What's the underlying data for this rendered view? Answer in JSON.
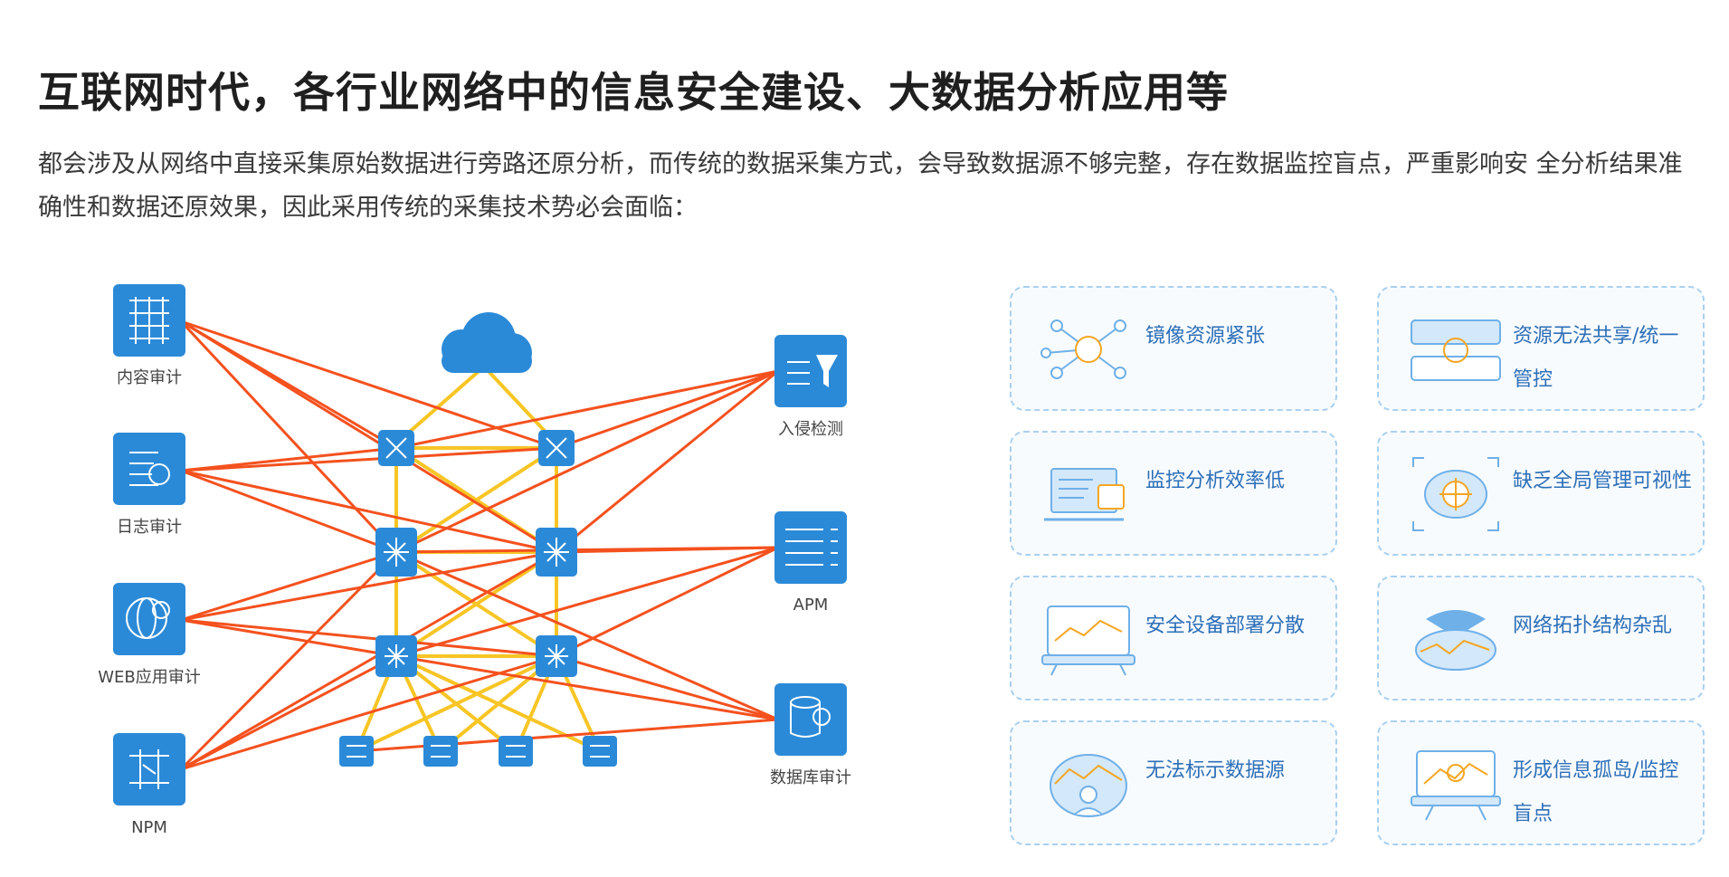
{
  "heading": "互联网时代，各行业网络中的信息安全建设、大数据分析应用等",
  "description": "都会涉及从网络中直接采集原始数据进行旁路还原分析，而传统的数据采集方式，会导致数据源不够完整，存在数据监控盲点，严重影响安 全分析结果准确性和数据还原效果，因此采用传统的采集技术势必会面临：",
  "diagram": {
    "left_devices": [
      "内容审计",
      "日志审计",
      "WEB应用审计",
      "NPM"
    ],
    "right_devices": [
      "入侵检测",
      "APM",
      "数据库审计"
    ]
  },
  "problems": [
    {
      "text": "镜像资源紧张",
      "icon": "mirror-network-icon"
    },
    {
      "text": "资源无法共享/统一管控",
      "icon": "resource-sync-icon"
    },
    {
      "text": "监控分析效率低",
      "icon": "monitor-screen-icon"
    },
    {
      "text": "缺乏全局管理可视性",
      "icon": "target-focus-icon"
    },
    {
      "text": "安全设备部署分散",
      "icon": "dashboard-monitor-icon"
    },
    {
      "text": "网络拓扑结构杂乱",
      "icon": "topology-chart-icon"
    },
    {
      "text": "无法标示数据源",
      "icon": "data-source-icon"
    },
    {
      "text": "形成信息孤岛/监控盲点",
      "icon": "island-monitor-icon"
    }
  ],
  "colors": {
    "accent_blue": "#2b8ad8",
    "line_red": "#f4511e",
    "line_yellow": "#f7c525",
    "card_text": "#2d6fb8",
    "card_border": "#aad0ef"
  }
}
